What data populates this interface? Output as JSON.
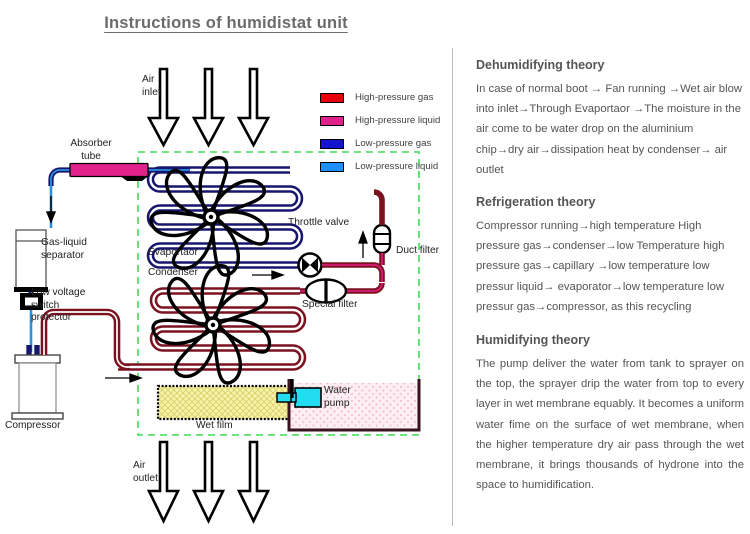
{
  "header": {
    "title": "Instructions of humidistat unit"
  },
  "legend": {
    "items": [
      {
        "label": "High-pressure gas",
        "color": "#e8000d"
      },
      {
        "label": "High-pressure liquid",
        "color": "#e0218a"
      },
      {
        "label": "Low-pressure gas",
        "color": "#1414cf"
      },
      {
        "label": "Low-pressure liquid",
        "color": "#1e90ff"
      }
    ]
  },
  "diagram": {
    "labels": {
      "air_inlet": "Air\ninlet",
      "air_outlet": "Air\noutlet",
      "absorber_tube": "Absorber\ntube",
      "gas_liquid_separator": "Gas-liquid\nseparator",
      "low_voltage_switch": "Low voltage\nswitch\nprotector",
      "compressor": "Compressor",
      "evaporator": "Evaportaor",
      "condenser": "Condenser",
      "throttle_valve": "Throttle valve",
      "duct_filter": "Duct filter",
      "special_filter": "Special filter",
      "wet_film": "Wet film",
      "water_pump": "Water\npump"
    },
    "colors": {
      "high_pressure_gas": "#7b1220",
      "high_pressure_liquid": "#b0125c",
      "low_pressure_gas": "#16166e",
      "low_pressure_liquid": "#2a8fe0",
      "absorber_tube": "#e0218a",
      "enclosure_dash": "#3ddc57",
      "wet_film_fill": "#f7f2a8",
      "water_tank_fill": "#fdeef4",
      "water_pump_fill": "#22dcf2"
    }
  },
  "panel": {
    "sections": [
      {
        "heading": "Dehumidifying theory",
        "body": "In case of normal boot → Fan running →Wet air blow into inlet→Through Evaportaor →The moisture in the air come to be water drop on the aluminium chip→dry air→dissipation heat by condenser→ air outlet",
        "justify": false
      },
      {
        "heading": "Refrigeration theory",
        "body": "Compressor running→high temperature High pressure gas→condenser→low Temperature high pressure gas→capillary →low temperature low pressur liquid→ evaporator→low temperature low pressur gas→compressor, as this recycling",
        "justify": false
      },
      {
        "heading": "Humidifying theory",
        "body": "The pump deliver the water from tank to sprayer on the top, the sprayer drip the water from top to every layer in wet membrane equably. It becomes a uniform water fime on the surface of wet membrane, when the higher temperature dry air pass through the wet membrane, it brings thousands of hydrone into the space to humidification.",
        "justify": true
      }
    ]
  }
}
